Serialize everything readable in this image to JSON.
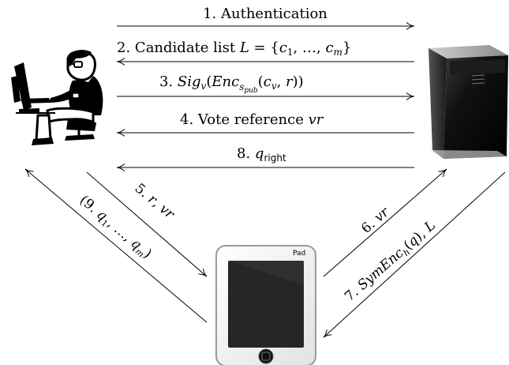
{
  "messages": [
    {
      "step": "1.",
      "text": "Authentication"
    },
    {
      "step": "2.",
      "text": "Candidate list L = {c1, ..., cm}",
      "parts": {
        "prefix": "Candidate list ",
        "var": "L",
        "eq": " = {",
        "c1": "c",
        "sub1": "1",
        "dots": ", …, ",
        "cm": "c",
        "subm": "m",
        "close": "}"
      }
    },
    {
      "step": "3.",
      "parts": {
        "sig": "Sig",
        "sigsub": "v",
        "open": "(",
        "enc": "Enc",
        "encsub": "s",
        "encsubsub": "pub",
        "args_open": "(",
        "c": "c",
        "csub": "v",
        "comma": ", ",
        "r": "r",
        "close": "))"
      }
    },
    {
      "step": "4.",
      "text": "Vote reference vr",
      "parts": {
        "prefix": "Vote reference ",
        "var": "vr"
      }
    },
    {
      "step": "8.",
      "parts": {
        "q": "q",
        "qsub": "right"
      }
    },
    {
      "step": "5.",
      "parts": {
        "r": "r",
        "sep": ", ",
        "vr": "vr"
      }
    },
    {
      "step": "6.",
      "parts": {
        "vr": "vr"
      }
    },
    {
      "step": "7.",
      "parts": {
        "fn": "SymEnc",
        "fnsub": "h",
        "open": "(",
        "q": "q",
        "close": ")",
        "sep": ", ",
        "L": "L"
      }
    },
    {
      "step": "(9.",
      "parts": {
        "q1": "q",
        "sub1": "1",
        "dots": ", …, ",
        "qm": "q",
        "subm": "m",
        "close": ")"
      }
    }
  ],
  "pad_label": "Pad",
  "colors": {
    "ink": "#000000",
    "server_dark": "#0b0b0b",
    "pad_screen": "#262626"
  }
}
